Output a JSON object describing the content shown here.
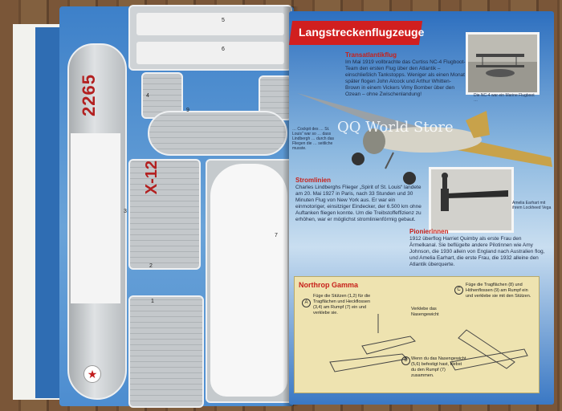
{
  "left_page": {
    "part_numbers": [
      "5",
      "6",
      "4",
      "9",
      "3",
      "2",
      "1",
      "7"
    ],
    "fuselage_registration": "2265",
    "tail_registration": "X-12",
    "star_symbol": "★"
  },
  "right_page": {
    "title": "Langstreckenflugzeuge",
    "sections": [
      {
        "heading": "Transatlantikflug",
        "text": "Im Mai 1919 vollbrachte das Curtiss NC-4 Flugboot-Team den ersten Flug über den Atlantik – einschließlich Tankstopps. Weniger als einen Monat später flogen John Alcock und Arthur Whitten-Brown in einem Vickers Vimy Bomber über den Ozean – ohne Zwischenlandung!"
      },
      {
        "heading": "Stromlinien",
        "text": "Charles Lindberghs Flieger „Spirit of St. Louis“ landete am 20. Mai 1927 in Paris, nach 33 Stunden und 30 Minuten Flug von New York aus. Er war ein einmotoriger, einsitziger Eindecker, der 6.500 km ohne Auftanken fliegen konnte. Um die Treibstoffeffizienz zu erhöhen, war er möglichst stromlinienförmig gebaut."
      },
      {
        "heading": "Pionierinnen",
        "text": "1912 überflog Harriet Quimby als erste Frau den Ärmelkanal. Sie beflügelte andere Pilotinnen wie Amy Johnson, die 1930 allein von England nach Australien flog, und Amelia Earhart, die erste Frau, die 1932 alleine den Atlantik überquerte."
      }
    ],
    "caption_spirit": "… Cockpit des … St. Louis“ war so … dass Lindbergh … durch das Fliegen die … seitliche musste.",
    "caption_photo1": "Die NC-4 war ein Marine Flugboot …",
    "caption_photo2": "Amelia Earhart mit ihrem Lockheed Vega",
    "watermark": "QQ World Store"
  },
  "instructions": {
    "title": "Northrop Gamma",
    "step_a_label": "A",
    "step_a_text": "Füge die Stützen (1,2) für die Tragflächen und Heckflossen (3,4) am Rumpf (7) ein und verklebe sie.",
    "step_b_label": "B",
    "step_b_text": "Wenn du das Nasengewicht (5,6) befestigt hast, klebst du den Rumpf (7) zusammen.",
    "step_c_label": "C",
    "step_c_text": "Füge die Tragflächen (8) und Höhenflossen (9) am Rumpf ein und verklebe sie mit den Stützen.",
    "note_nose": "Verklebe das Nasengewicht"
  }
}
